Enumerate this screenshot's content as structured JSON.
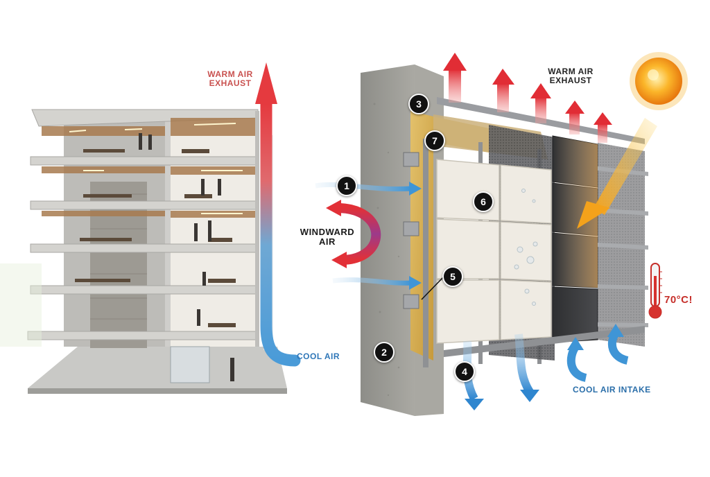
{
  "labels": {
    "warm_exhaust_left": "WARM AIR EXHAUST",
    "warm_exhaust_right": "WARM AIR EXHAUST",
    "windward_air": "WINDWARD AIR",
    "cool_air": "COOL AIR",
    "cool_air_intake": "COOL AIR INTAKE",
    "temperature": "70°C!"
  },
  "callouts": [
    "1",
    "2",
    "3",
    "4",
    "5",
    "6",
    "7"
  ],
  "colors": {
    "warm": "#d9343a",
    "cool": "#4a9bd8",
    "concrete": "#9b9b95",
    "insulation": "#d8b55a",
    "panel": "#eeebe3",
    "dark_panel": "#3a3b3d",
    "sun": "#f7a01c",
    "callout_bg": "#111111",
    "text_warm": "#c9514f",
    "text_cool": "#2f77b8"
  },
  "icons": [
    "building-cutaway",
    "sun-icon",
    "thermometer-icon",
    "warm-air-arrow",
    "cool-air-arrow",
    "windward-curl-arrow"
  ]
}
